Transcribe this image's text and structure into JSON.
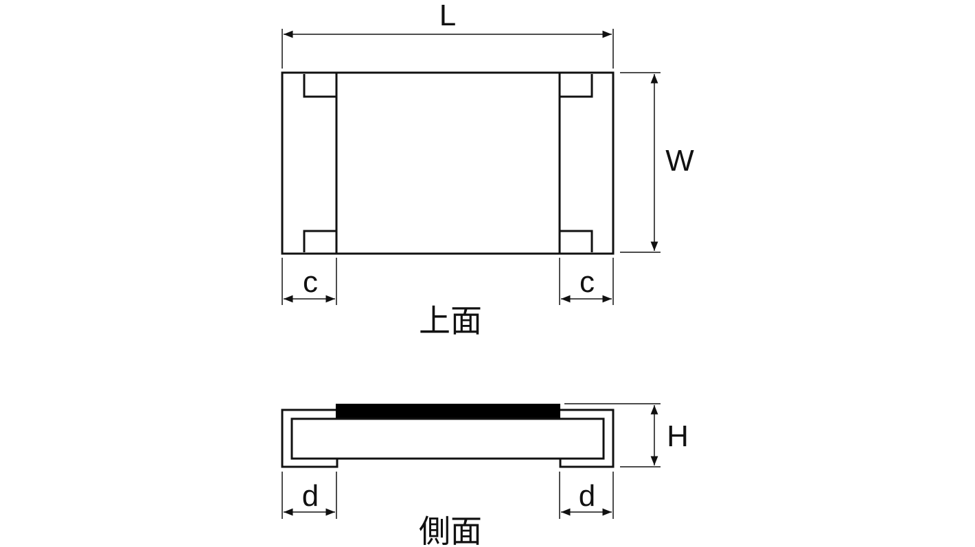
{
  "labels": {
    "length": "L",
    "width": "W",
    "height": "H",
    "top_margin_left": "c",
    "top_margin_right": "c",
    "side_margin_left": "d",
    "side_margin_right": "d",
    "top_view_caption": "上面",
    "side_view_caption": "側面"
  },
  "colors": {
    "stroke": "#111111",
    "fill_resistive": "#000000",
    "background": "#ffffff"
  }
}
